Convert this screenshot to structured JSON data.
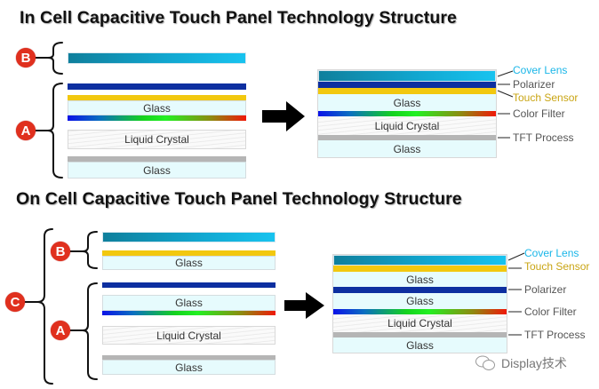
{
  "titles": {
    "in_cell": "In Cell Capacitive Touch Panel Technology Structure",
    "on_cell": "On Cell Capacitive Touch Panel Technology Structure"
  },
  "badges": {
    "a": "A",
    "b": "B",
    "c": "C"
  },
  "layer_text": {
    "glass": "Glass",
    "liquid_crystal": "Liquid Crystal"
  },
  "callouts": {
    "cover_lens": "Cover Lens",
    "polarizer": "Polarizer",
    "touch_sensor": "Touch Sensor",
    "color_filter": "Color Filter",
    "tft_process": "TFT Process"
  },
  "colors": {
    "cover_lens_label": "#19b6e8",
    "touch_sensor_label": "#c9a514",
    "other_label": "#555555",
    "badge": "#e0301e"
  },
  "watermark": {
    "text": "Display技术"
  }
}
